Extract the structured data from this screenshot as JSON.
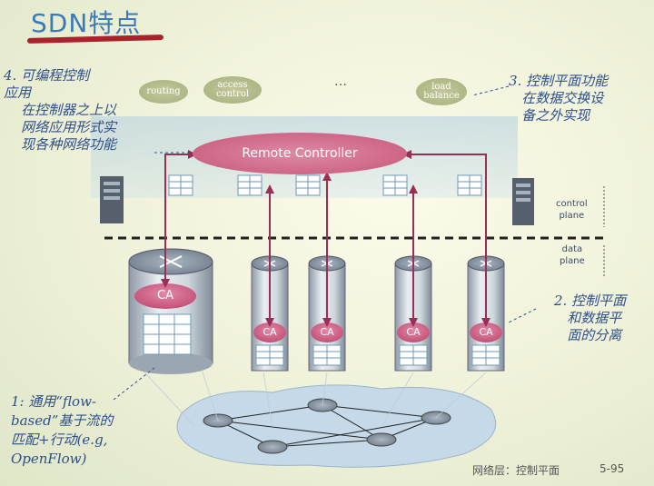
{
  "slide": {
    "title": "SDN特点",
    "footer_chapter": "网络层：控制平面",
    "footer_page": "5-95"
  },
  "notes": {
    "note4": "4. 可编程控制\n应用\n    在控制器之上以\n    网络应用形式实\n    现各种网络功能",
    "note3": "3. 控制平面功能\n   在数据交换设\n   备之外实现",
    "note2": "2. 控制平面\n   和数据平\n   面的分离",
    "note1": "1: 通用“flow-\nbased”基于流的\n匹配+行动(e.g,\nOpenFlow)"
  },
  "apps": {
    "routing": "routing",
    "access": "access\ncontrol",
    "ellipsis": "…",
    "load": "load\nbalance"
  },
  "controller": {
    "label": "Remote Controller"
  },
  "planes": {
    "control": "control\nplane",
    "data": "data\nplane"
  },
  "switch_agent_label": "CA",
  "colors": {
    "title": "#3a7ab8",
    "note_text": "#2e4f8a",
    "controller_fill": "#c9567b",
    "agent_fill": "#c9567b",
    "link_line": "#9a2e55",
    "underline": "#a8232b"
  }
}
